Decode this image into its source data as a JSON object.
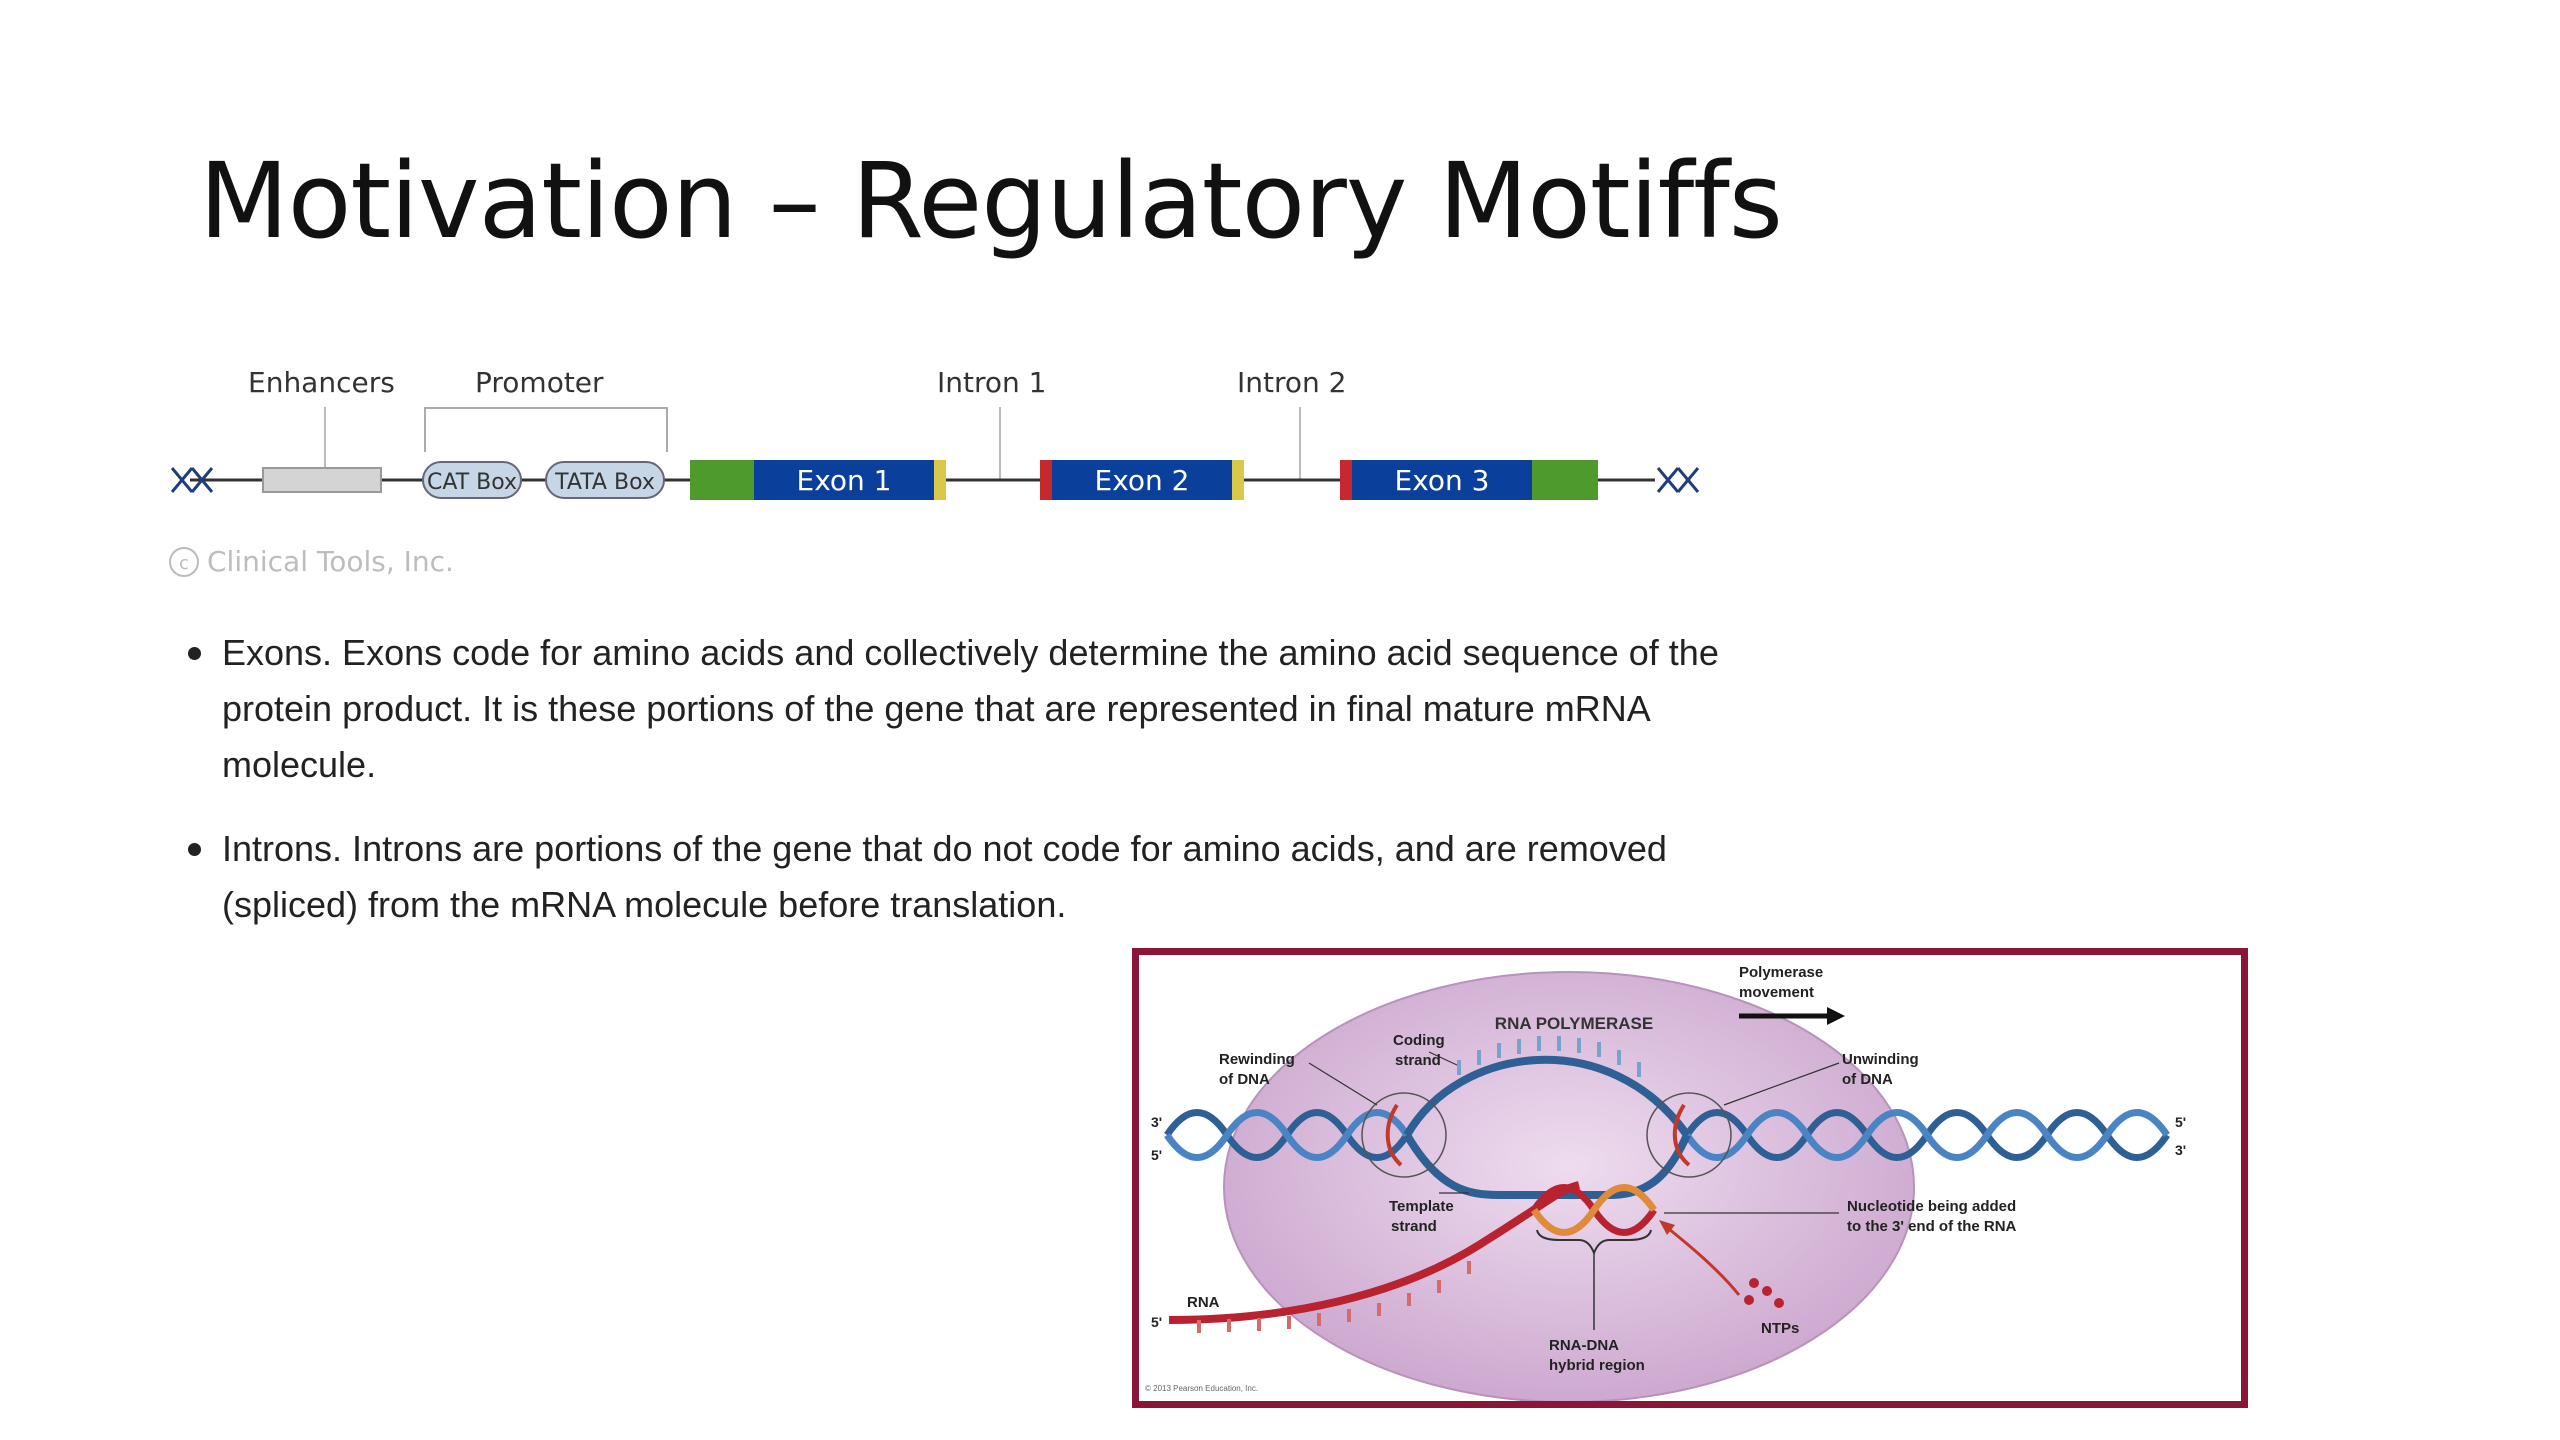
{
  "slide": {
    "title": "Motivation – Regulatory Motiffs"
  },
  "gene_diagram": {
    "labels": {
      "enhancers": "Enhancers",
      "promoter": "Promoter",
      "intron1": "Intron 1",
      "intron2": "Intron 2"
    },
    "boxes": {
      "cat": "CAT Box",
      "tata": "TATA Box"
    },
    "exons": [
      "Exon 1",
      "Exon 2",
      "Exon 3"
    ],
    "copyright": "Clinical Tools, Inc.",
    "copyright_symbol": "c",
    "colors": {
      "exon": "#0a3f9c",
      "utr": "#4f9a2c",
      "splice_red": "#c7282e",
      "splice_yellow": "#d9c84a",
      "box_fill": "#c6d6e6"
    }
  },
  "bullets": [
    {
      "text": "Exons. Exons code for amino acids and collectively determine the amino acid sequence of the protein product. It is these portions of the gene that are represented in final mature mRNA molecule."
    },
    {
      "text": "Introns. Introns are portions of the gene that do not code for amino acids, and are removed (spliced) from the mRNA molecule before translation."
    }
  ],
  "rna_figure": {
    "labels": {
      "polymerase_movement": [
        "Polymerase",
        "movement"
      ],
      "rna_polymerase": "RNA POLYMERASE",
      "coding_strand": [
        "Coding",
        "strand"
      ],
      "rewinding": [
        "Rewinding",
        "of DNA"
      ],
      "unwinding": [
        "Unwinding",
        "of DNA"
      ],
      "template_strand": [
        "Template",
        "strand"
      ],
      "nucleotide_added": [
        "Nucleotide being added",
        "to the 3' end of the RNA"
      ],
      "rna": "RNA",
      "ntps": "NTPs",
      "hybrid": [
        "RNA-DNA",
        "hybrid region"
      ],
      "end_3_left": "3'",
      "end_5_left": "5'",
      "end_5_rna": "5'",
      "end_5_right": "5'",
      "end_3_right": "3'",
      "copyright": "© 2013 Pearson Education, Inc."
    },
    "colors": {
      "border": "#8b1538",
      "polymerase": "#dcc0dc",
      "dna": "#2e5f95",
      "rna": "#b8232f"
    }
  }
}
